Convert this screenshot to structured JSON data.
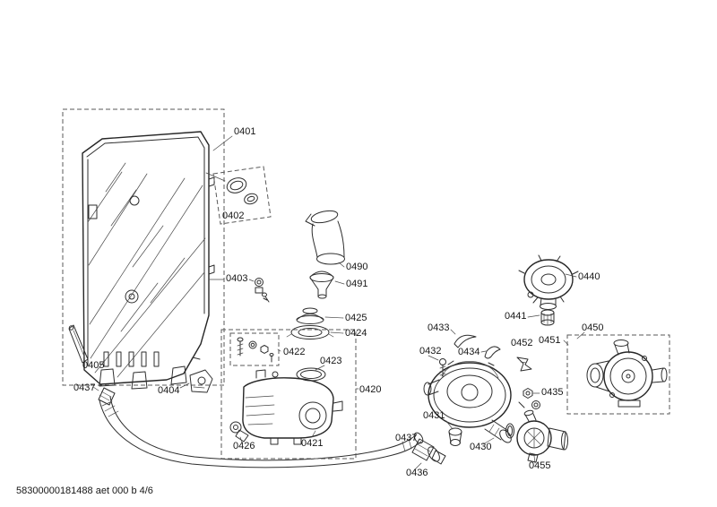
{
  "footer": {
    "code": "58300000181488 aet 000 b 4/6"
  },
  "labels": {
    "p0401": "0401",
    "p0402": "0402",
    "p0403": "0403",
    "p0404": "0404",
    "p0405": "0405",
    "p0420": "0420",
    "p0421": "0421",
    "p0422": "0422",
    "p0423": "0423",
    "p0424": "0424",
    "p0425": "0425",
    "p0426": "0426",
    "p0430": "0430",
    "p0431": "0431",
    "p0432": "0432",
    "p0433": "0433",
    "p0434": "0434",
    "p0435": "0435",
    "p0436": "0436",
    "p0437": "0437",
    "p0440": "0440",
    "p0441": "0441",
    "p0450": "0450",
    "p0451": "0451",
    "p0452": "0452",
    "p0455": "0455",
    "p0490": "0490",
    "p0491": "0491"
  }
}
